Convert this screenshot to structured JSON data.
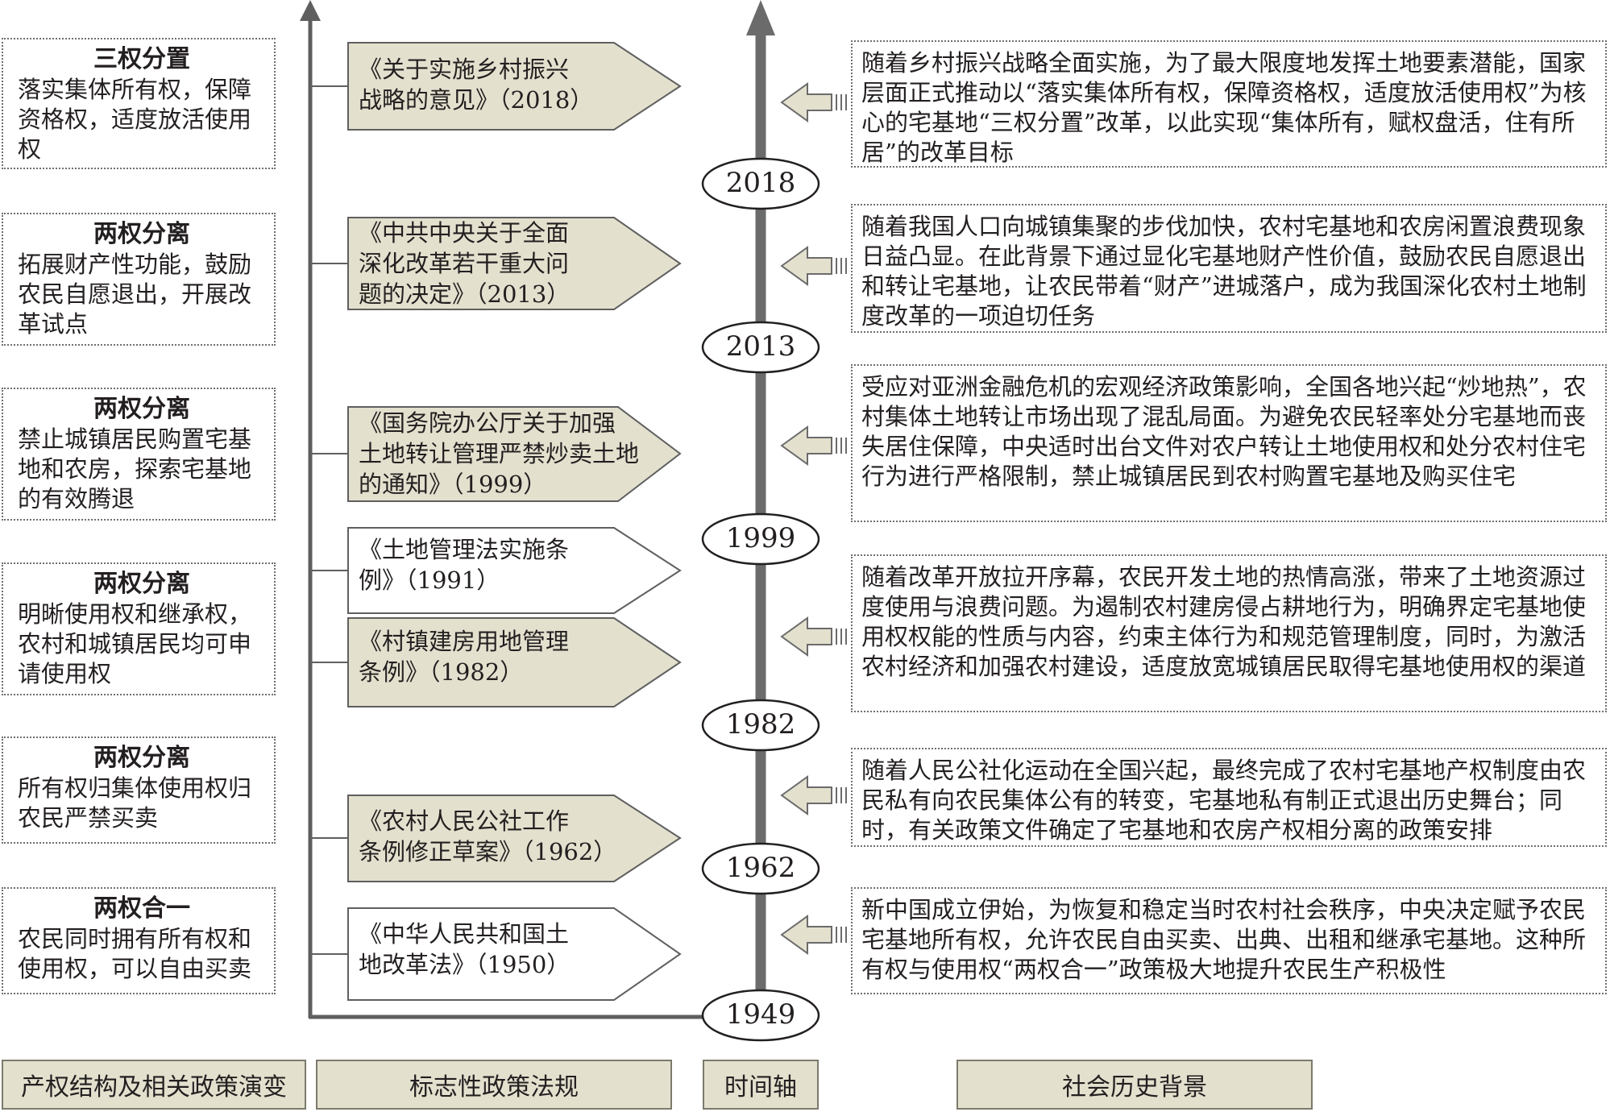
{
  "left_stages": [
    {
      "title": "三权分置",
      "desc": "落实集体所有权，保障资格权，适度放活使用权"
    },
    {
      "title": "两权分离",
      "desc": "拓展财产性功能，鼓励农民自愿退出，开展改革试点"
    },
    {
      "title": "两权分离",
      "desc": "禁止城镇居民购置宅基地和农房，探索宅基地的有效腾退"
    },
    {
      "title": "两权分离",
      "desc": "明晰使用权和继承权，农村和城镇居民均可申请使用权"
    },
    {
      "title": "两权分离",
      "desc": "所有权归集体使用权归农民严禁买卖"
    },
    {
      "title": "两权合一",
      "desc": "农民同时拥有所有权和使用权，可以自由买卖"
    }
  ],
  "policies": [
    {
      "l1": "《关于实施乡村振兴",
      "l2": "战略的意见》（2018）",
      "l3": ""
    },
    {
      "l1": "《中共中央关于全面",
      "l2": "深化改革若干重大问",
      "l3": "题的决定》（2013）"
    },
    {
      "l1": "《国务院办公厅关于加强",
      "l2": "土地转让管理严禁炒卖土地",
      "l3": "的通知》（1999）"
    },
    {
      "l1": "《土地管理法实施条",
      "l2": "例》（1991）",
      "l3": ""
    },
    {
      "l1": "《村镇建房用地管理",
      "l2": "条例》（1982）",
      "l3": ""
    },
    {
      "l1": "《农村人民公社工作",
      "l2": "条例修正草案》（1962）",
      "l3": ""
    },
    {
      "l1": "《中华人民共和国土",
      "l2": "地改革法》（1950）",
      "l3": ""
    }
  ],
  "years": [
    "2018",
    "2013",
    "1999",
    "1982",
    "1962",
    "1949"
  ],
  "backgrounds": [
    "随着乡村振兴战略全面实施，为了最大限度地发挥土地要素潜能，国家层面正式推动以“落实集体所有权，保障资格权，适度放活使用权”为核心的宅基地“三权分置”改革，以此实现“集体所有，赋权盘活，住有所居”的改革目标",
    "随着我国人口向城镇集聚的步伐加快，农村宅基地和农房闲置浪费现象日益凸显。在此背景下通过显化宅基地财产性价值，鼓励农民自愿退出和转让宅基地，让农民带着“财产”进城落户，成为我国深化农村土地制度改革的一项迫切任务",
    "受应对亚洲金融危机的宏观经济政策影响，全国各地兴起“炒地热”，农村集体土地转让市场出现了混乱局面。为避免农民轻率处分宅基地而丧失居住保障，中央适时出台文件对农户转让土地使用权和处分农村住宅行为进行严格限制，禁止城镇居民到农村购置宅基地及购买住宅",
    "随着改革开放拉开序幕，农民开发土地的热情高涨，带来了土地资源过度使用与浪费问题。为遏制农村建房侵占耕地行为，明确界定宅基地使用权权能的性质与内容，约束主体行为和规范管理制度，同时，为激活农村经济和加强农村建设，适度放宽城镇居民取得宅基地使用权的渠道",
    "随着人民公社化运动在全国兴起，最终完成了农村宅基地产权制度由农民私有向农民集体公有的转变，宅基地私有制正式退出历史舞台；同时，有关政策文件确定了宅基地和农房产权相分离的政策安排",
    "新中国成立伊始，为恢复和稳定当时农村社会秩序，中央决定赋予农民宅基地所有权，允许农民自由买卖、出典、出租和继承宅基地。这种所有权与使用权“两权合一”政策极大地提升农民生产积极性"
  ],
  "captions": [
    "产权结构及相关政策演变",
    "标志性政策法规",
    "时间轴",
    "社会历史背景"
  ],
  "colors": {
    "filled": "#e3e0ce",
    "line": "#5f5f5f",
    "axis": "#6b6b6b"
  }
}
